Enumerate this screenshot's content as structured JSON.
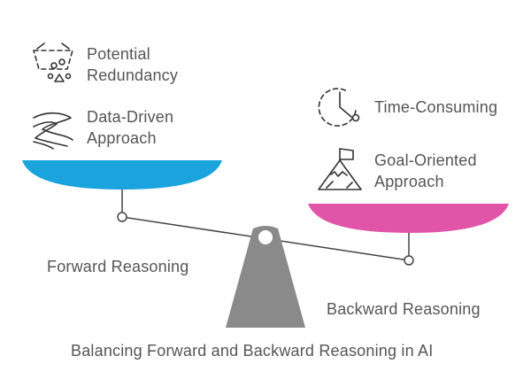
{
  "title": "Balancing Forward and Backward Reasoning in AI",
  "left_side": {
    "label": "Forward Reasoning",
    "pan_color": "#1aa3dc",
    "items": [
      {
        "icon": "basket-redundancy-icon",
        "line1": "Potential",
        "line2": "Redundancy"
      },
      {
        "icon": "winding-path-icon",
        "line1": "Data-Driven",
        "line2": "Approach"
      }
    ]
  },
  "right_side": {
    "label": "Backward Reasoning",
    "pan_color": "#e055a8",
    "items": [
      {
        "icon": "stopwatch-icon",
        "line1": "Time-Consuming"
      },
      {
        "icon": "mountain-flag-icon",
        "line1": "Goal-Oriented",
        "line2": "Approach"
      }
    ]
  },
  "fulcrum_color": "#8a8a8a",
  "line_color": "#444444"
}
